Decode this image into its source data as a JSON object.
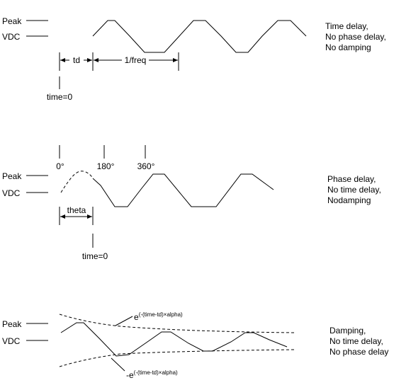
{
  "panel1": {
    "peak_label": "Peak",
    "vdc_label": "VDC",
    "td_label": "td",
    "period_label": "1/freq",
    "time0_label": "time=0",
    "description": [
      "Time delay,",
      "No phase delay,",
      "No damping"
    ]
  },
  "panel2": {
    "deg0_label": "0°",
    "deg180_label": "180°",
    "deg360_label": "360°",
    "peak_label": "Peak",
    "vdc_label": "VDC",
    "theta_label": "theta",
    "time0_label": "time=0",
    "description": [
      "Phase delay,",
      "No time delay,",
      "Nodamping"
    ]
  },
  "panel3": {
    "peak_label": "Peak",
    "vdc_label": "VDC",
    "upper_envelope_base": "e",
    "upper_envelope_exponent": "(-(time-td)×alpha)",
    "lower_envelope_base": "-e",
    "lower_envelope_exponent": "(-(time-td)×alpha)",
    "description": [
      "Damping,",
      "No time delay,",
      "No phase delay"
    ]
  }
}
